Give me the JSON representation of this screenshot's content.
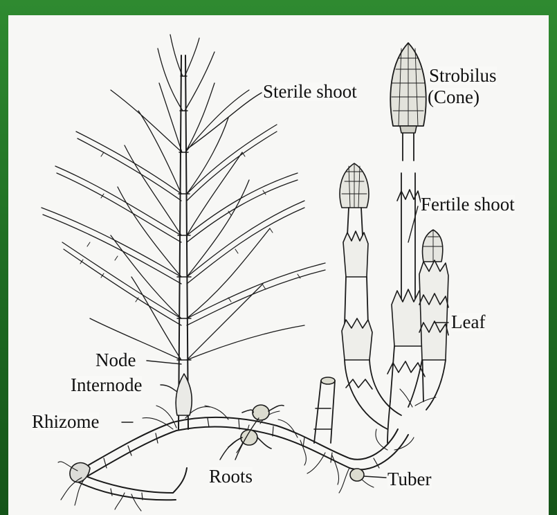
{
  "colors": {
    "frame": "#1f6a22",
    "paper": "#f7f7f5",
    "ink": "#1a1a1a"
  },
  "labels": {
    "sterile_shoot": "Sterile shoot",
    "strobilus": "Strobilus",
    "cone": "(Cone)",
    "fertile_shoot": "Fertile shoot",
    "leaf": "Leaf",
    "node": "Node",
    "internode": "Internode",
    "rhizome": "Rhizome",
    "roots": "Roots",
    "tuber": "Tuber"
  }
}
